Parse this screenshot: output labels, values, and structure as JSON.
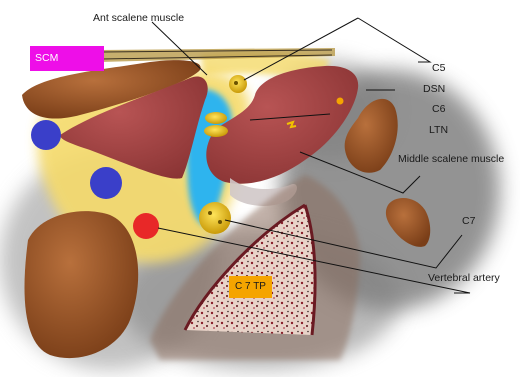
{
  "labels": {
    "ant_scalene": "Ant scalene muscle",
    "scm": "SCM",
    "c5": "C5",
    "dsn": "DSN",
    "c6": "C6",
    "ltn": "LTN",
    "middle_scalene": "Middle scalene muscle",
    "c7": "C7",
    "vertebral_artery": "Vertebral artery",
    "c7_tp": "C 7 TP"
  },
  "colors": {
    "muscle": "#a84444",
    "muscle_brown": "#9c5a2c",
    "fat": "#f7df7a",
    "fluid": "#2fb4ee",
    "vein": "#3a3fc9",
    "artery": "#e82828",
    "nerve": "#e8c21e",
    "scm_box": "#ee0ee8",
    "tp_box": "#f5a400"
  }
}
